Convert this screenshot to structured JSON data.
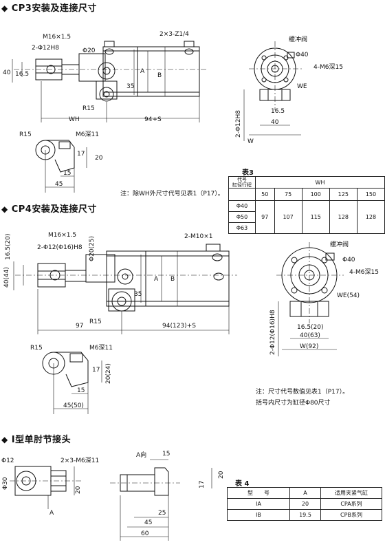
{
  "sections": {
    "cp3": {
      "title": "CP3安装及连接尺寸"
    },
    "cp4": {
      "title": "CP4安装及连接尺寸"
    },
    "i_type": {
      "title": "I型单肘节接头"
    }
  },
  "cp3_labels": {
    "m16": "M16×1.5",
    "phi12h8": "2-Φ12H8",
    "phi20": "Φ20",
    "zl": "2×3-Z1/4",
    "d40": "40",
    "d165": "16.5",
    "d35": "35",
    "a": "A",
    "b": "B",
    "r15": "R15",
    "wh": "WH",
    "s": "94+S",
    "buffer": "缓冲阀",
    "phi40": "Φ40",
    "m6": "4-M6深15",
    "we": "WE",
    "side_h8": "2-Φ12H8",
    "side_165": "16.5",
    "side_40": "40",
    "side_w": "W",
    "m6_11": "M6深11",
    "r15b": "R15",
    "d17": "17",
    "d20": "20",
    "d15": "15",
    "d45": "45",
    "note": "注：除WH外尺寸代号见表1（P17）。"
  },
  "table3": {
    "caption": "表3",
    "code": "代号",
    "bore": "缸径",
    "stroke": "行程",
    "wh": "WH",
    "strokes": [
      "50",
      "75",
      "100",
      "125",
      "150"
    ],
    "bores": [
      "Φ40",
      "Φ50",
      "Φ63"
    ],
    "values": [
      "97",
      "107",
      "115",
      "128",
      "128"
    ]
  },
  "cp4_labels": {
    "m16": "M16×1.5",
    "d165": "16.5(20)",
    "phi12": "2-Φ12(Φ16)H8",
    "phi20": "Φ20(25)",
    "m10": "2-M10×1",
    "d40": "40(44)",
    "d35": "35",
    "a": "A",
    "b": "B",
    "r15": "R15",
    "d97": "97",
    "s": "94(123)+S",
    "buffer": "缓冲阀",
    "phi40": "Φ40",
    "m6": "4-M6深15",
    "we": "WE(54)",
    "side_h8": "2-Φ12(Φ16)H8",
    "side_165": "16.5(20)",
    "side_40": "40(63)",
    "side_w": "W(92)",
    "r15b": "R15",
    "m6_11": "M6深11",
    "d17": "17",
    "d20": "20(24)",
    "d15": "15",
    "d45": "45(50)",
    "note1": "注：尺寸代号数值见表1（P17）。",
    "note2": "括号内尺寸为缸径Φ80尺寸"
  },
  "i_labels": {
    "phi12": "Φ12",
    "m6": "2×3-M6深11",
    "d20": "20",
    "a": "A",
    "aview": "A向",
    "d15": "15",
    "d20b": "20",
    "d17": "17",
    "d25": "25",
    "d45": "45",
    "d60": "60",
    "d30": "Φ30"
  },
  "table4": {
    "caption": "表 4",
    "headers": [
      "型　　号",
      "A",
      "适用夹紧气缸"
    ],
    "rows": [
      [
        "IA",
        "20",
        "CPA系列"
      ],
      [
        "IB",
        "19.5",
        "CPB系列"
      ]
    ]
  }
}
